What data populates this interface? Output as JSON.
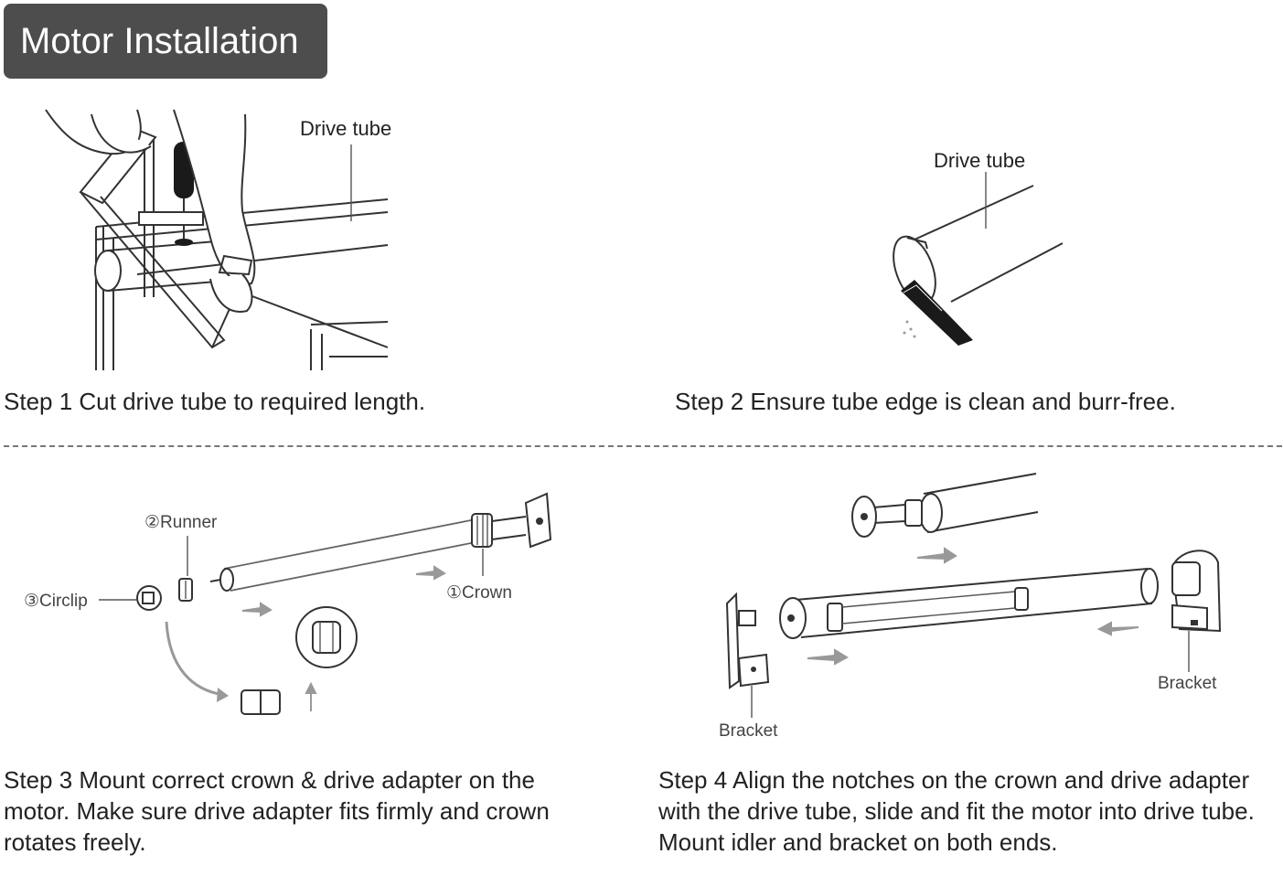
{
  "title": "Motor Installation",
  "steps": [
    {
      "caption": "Step 1  Cut drive tube to required length.",
      "labels": {
        "drive_tube": "Drive tube"
      }
    },
    {
      "caption": "Step 2  Ensure tube edge is clean and burr-free.",
      "labels": {
        "drive_tube": "Drive tube"
      }
    },
    {
      "caption": "Step 3  Mount correct crown & drive adapter on the motor. Make sure drive adapter fits firmly and crown rotates freely.",
      "labels": {
        "runner": "②Runner",
        "circlip": "③Circlip",
        "crown": "①Crown"
      }
    },
    {
      "caption": "Step 4  Align the notches on the crown and drive adapter with the drive tube, slide and fit the motor into drive tube. Mount idler and bracket on both ends.",
      "labels": {
        "bracket_left": "Bracket",
        "bracket_right": "Bracket"
      }
    }
  ]
}
